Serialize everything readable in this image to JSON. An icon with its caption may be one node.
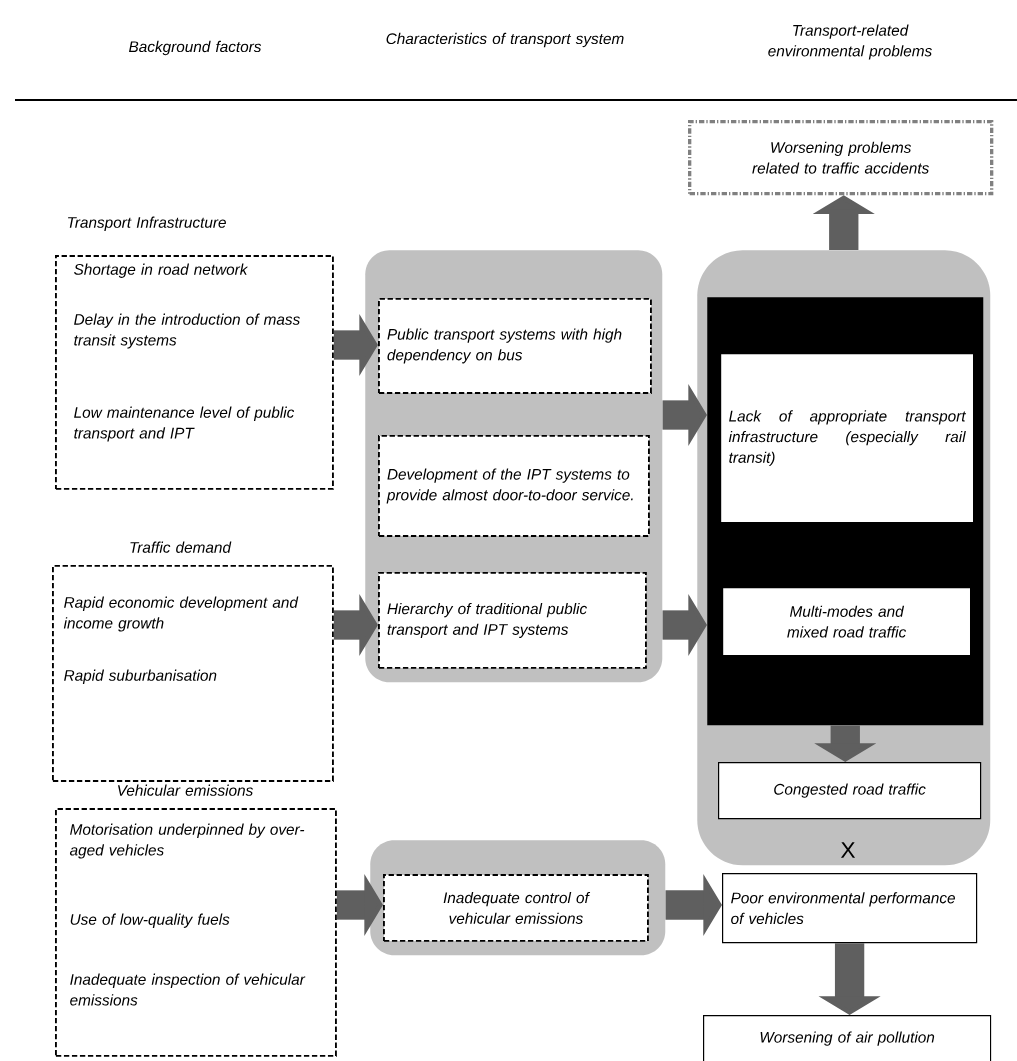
{
  "diagram": {
    "nodes": [
      {
        "text": [
          "Transport Infrastructure",
          "Shortage in road network",
          "Delay in the introduction of mass transit systems",
          "Low maintenance level of public transport and IPT"
        ]
      },
      {
        "text": [
          "Traffic demand",
          "Rapid economic development and income growth",
          "Rapid suburbanisation"
        ]
      },
      {
        "text": [
          "Vehicular emissions",
          "Motorisation underpinned by over-aged vehicles",
          "Use of low-quality fuels",
          "Inadequate inspection of vehicular emissions"
        ]
      },
      {
        "text": [],
        "shape": "box"
      },
      {
        "text": [
          "Public transport systems with high dependency on bus"
        ],
        "in": 3
      },
      {
        "text": [
          "Development of the IPT systems to provide almost door-to-door service."
        ],
        "in": 3
      },
      {
        "text": [
          "Hierarchy of traditional public transport and IPT systems"
        ],
        "in": 3
      },
      {
        "text": [],
        "shape": "box"
      },
      {
        "text": [
          "Inadequate control of vehicular emissions"
        ],
        "in": 7
      },
      {
        "text": [],
        "shape": "box"
      },
      {
        "text": [],
        "shape": "box",
        "in": 9
      },
      {
        "text": [
          "Lack of appropriate transport infrastructure (especially rail transit)"
        ],
        "in": 10
      },
      {
        "text": [
          "Multi-modes and mixed road traffic"
        ],
        "in": 10
      },
      {
        "text": [
          "Congested road traffic"
        ],
        "in": 9
      },
      {
        "text": [
          "Poor environmental performance of vehicles"
        ]
      },
      {
        "text": [
          "Worsening problems related to traffic accidents"
        ]
      },
      {
        "text": [
          "Worsening of air pollution"
        ]
      }
    ],
    "edges": [
      {
        "from": 0,
        "to": 4,
        "arrow": "to"
      },
      {
        "from": 1,
        "to": 6,
        "arrow": "to"
      },
      {
        "from": 2,
        "to": 8,
        "arrow": "to"
      },
      {
        "from": 3,
        "to": 10,
        "arrow": "to"
      },
      {
        "from": 3,
        "to": 10,
        "arrow": "to"
      },
      {
        "from": 7,
        "to": 14,
        "arrow": "to"
      },
      {
        "from": 10,
        "to": 13,
        "arrow": "to"
      },
      {
        "from": 9,
        "to": 15,
        "arrow": "to"
      },
      {
        "from": 14,
        "to": 16,
        "arrow": "to"
      }
    ],
    "labels": [
      "Background factors",
      "Characteristics of transport system",
      "Transport-related environmental problems",
      "X"
    ]
  }
}
